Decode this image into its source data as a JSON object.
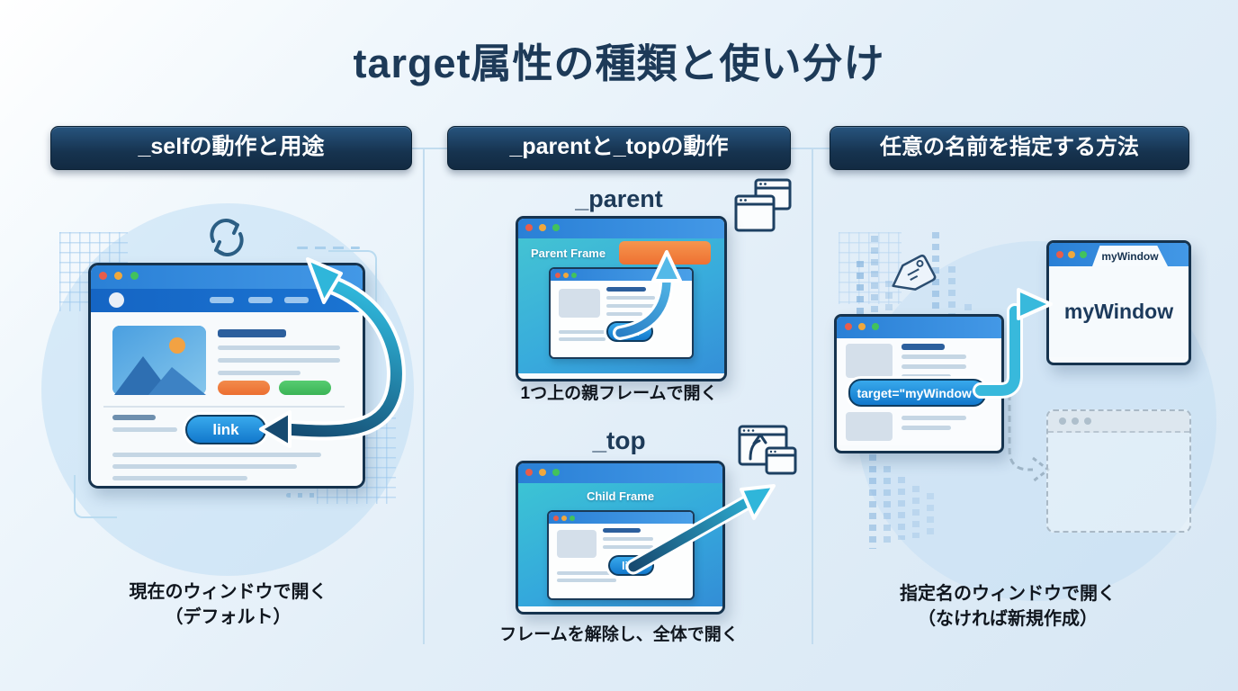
{
  "title": "target属性の種類と使い分け",
  "colors": {
    "navy": "#16334e",
    "header_bg": "#16334f",
    "titlebar_blue": "#2a80d6",
    "teal": "#35b8d8",
    "accent_blue": "#1278cc",
    "orange": "#f07a3a",
    "green": "#46c161",
    "background": "#e2eef8"
  },
  "columns": {
    "self": {
      "header": "_selfの動作と用途",
      "link_label": "link",
      "caption_line1": "現在のウィンドウで開く",
      "caption_line2": "（デフォルト）"
    },
    "parent_top": {
      "header": "_parentと_topの動作",
      "parent": {
        "label": "_parent",
        "frame_label": "Parent Frame",
        "link_label": "link",
        "caption": "1つ上の親フレームで開く"
      },
      "top": {
        "label": "_top",
        "frame_label": "Child Frame",
        "link_label": "link",
        "caption": "フレームを解除し、全体で開く"
      }
    },
    "named": {
      "header": "任意の名前を指定する方法",
      "target_badge": "target=\"myWindow\"",
      "window_tab_label": "myWindow",
      "window_body_label": "myWindow",
      "caption_line1": "指定名のウィンドウで開く",
      "caption_line2": "（なければ新規作成）"
    }
  }
}
